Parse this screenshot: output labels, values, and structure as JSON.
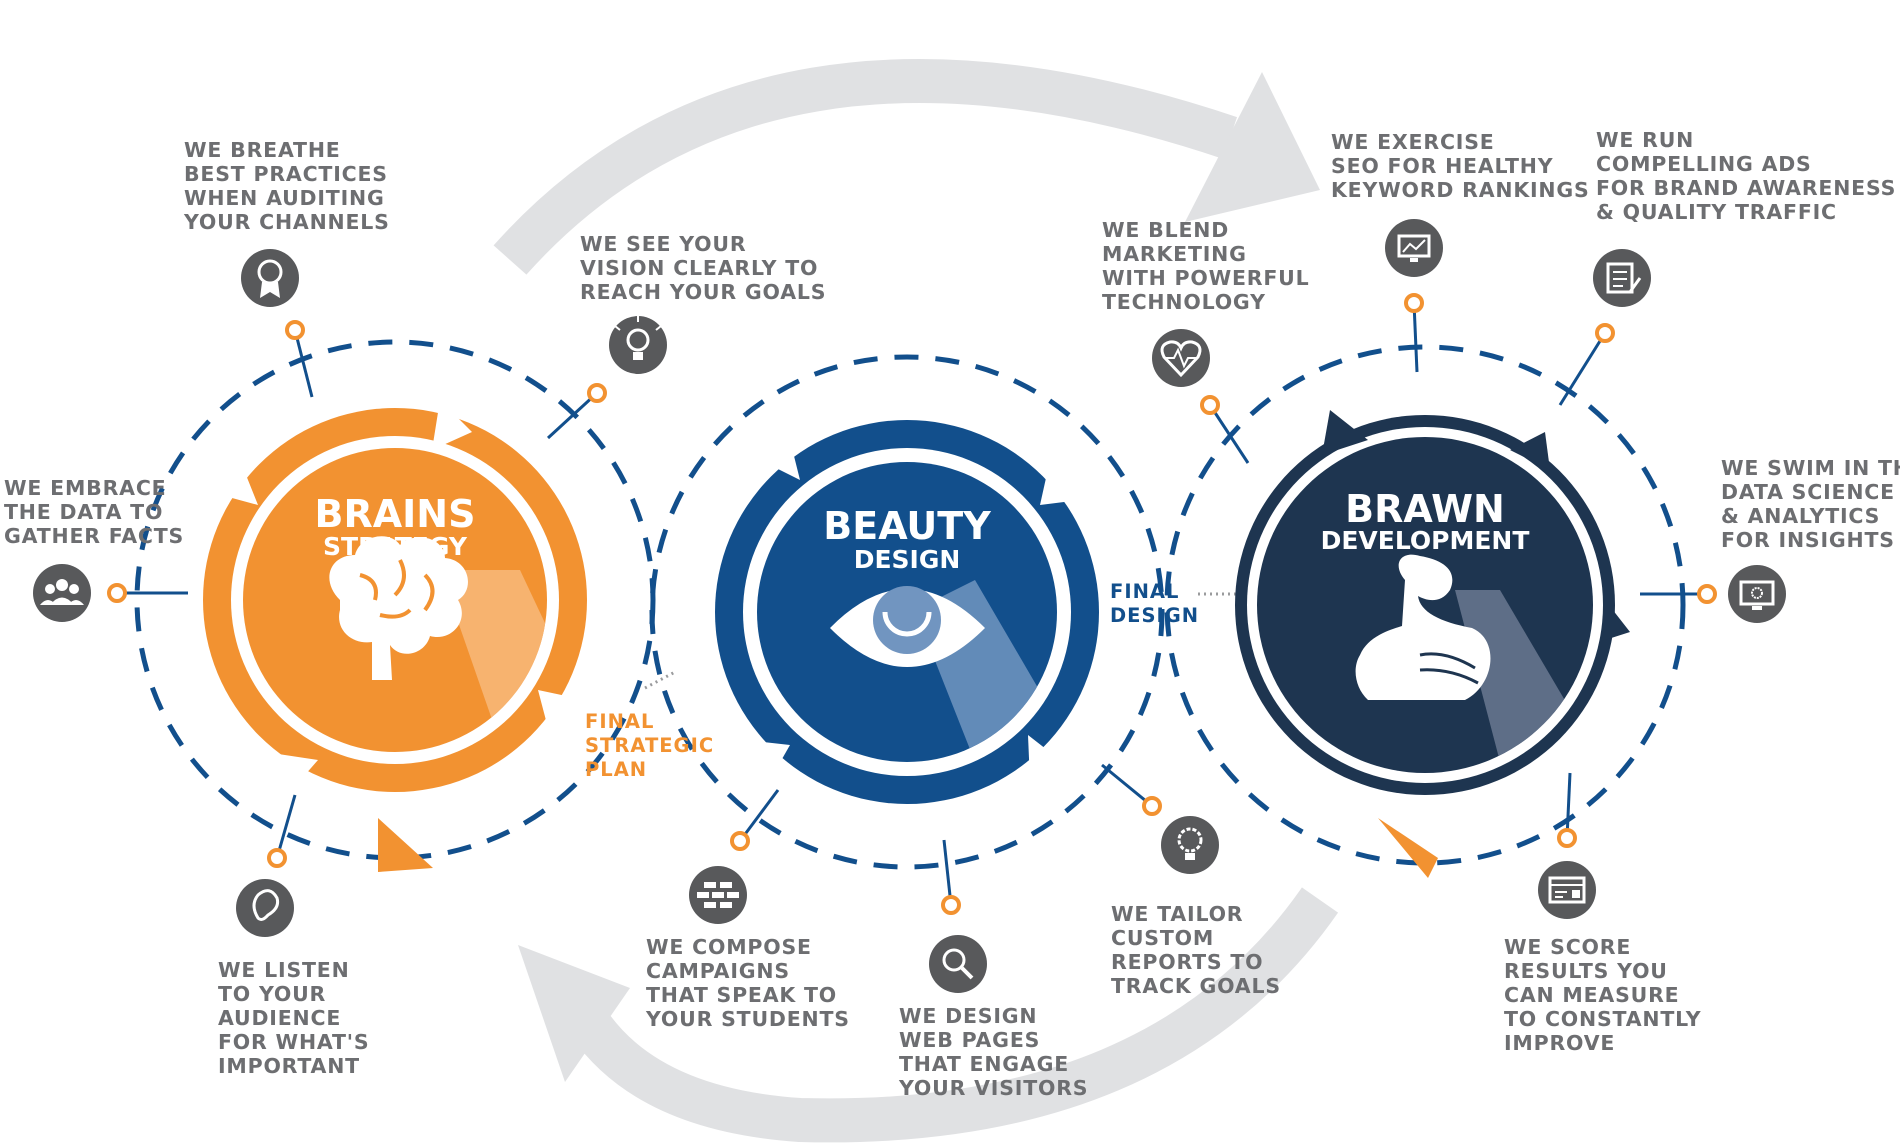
{
  "colors": {
    "orange": "#f29231",
    "blue": "#124f8c",
    "navy": "#1e3550",
    "gray_icon": "#58595b",
    "gray_text": "#6d6e71",
    "arrow_gray": "#e0e1e3"
  },
  "stages": [
    {
      "id": "brains",
      "title": "BRAINS",
      "subtitle": "STRATEGY",
      "icon": "brain-icon",
      "color": "#f29231"
    },
    {
      "id": "beauty",
      "title": "BEAUTY",
      "subtitle": "DESIGN",
      "icon": "eye-icon",
      "color": "#124f8c"
    },
    {
      "id": "brawn",
      "title": "BRAWN",
      "subtitle": "DEVELOPMENT",
      "icon": "flexed-arm-icon",
      "color": "#1e3550"
    }
  ],
  "handoffs": {
    "strategic": [
      "FINAL",
      "STRATEGIC",
      "PLAN"
    ],
    "design": [
      "FINAL",
      "DESIGN"
    ]
  },
  "callouts": {
    "best_practices": {
      "icon": "badge-icon",
      "lines": [
        "WE BREATHE",
        "BEST PRACTICES",
        "WHEN AUDITING",
        "YOUR CHANNELS"
      ]
    },
    "vision": {
      "icon": "lightbulb-icon",
      "lines": [
        "WE SEE YOUR",
        "VISION CLEARLY TO",
        "REACH YOUR GOALS"
      ]
    },
    "data_facts": {
      "icon": "people-icon",
      "lines": [
        "WE EMBRACE",
        "THE DATA TO",
        "GATHER FACTS"
      ]
    },
    "listen": {
      "icon": "ear-icon",
      "lines": [
        "WE LISTEN",
        "TO YOUR",
        "AUDIENCE",
        "FOR WHAT'S",
        "IMPORTANT"
      ]
    },
    "campaigns": {
      "icon": "brick-wall-icon",
      "lines": [
        "WE COMPOSE",
        "CAMPAIGNS",
        "THAT SPEAK TO",
        "YOUR STUDENTS"
      ]
    },
    "web_pages": {
      "icon": "magnifier-icon",
      "lines": [
        "WE DESIGN",
        "WEB PAGES",
        "THAT ENGAGE",
        "YOUR VISITORS"
      ]
    },
    "reports": {
      "icon": "gear-bulb-icon",
      "lines": [
        "WE TAILOR",
        "CUSTOM",
        "REPORTS TO",
        "TRACK GOALS"
      ]
    },
    "blend": {
      "icon": "heartbeat-icon",
      "lines": [
        "WE BLEND",
        "MARKETING",
        "WITH POWERFUL",
        "TECHNOLOGY"
      ]
    },
    "seo": {
      "icon": "chart-monitor-icon",
      "lines": [
        "WE EXERCISE",
        "SEO FOR HEALTHY",
        "KEYWORD RANKINGS"
      ]
    },
    "ads": {
      "icon": "document-pen-icon",
      "lines": [
        "WE RUN",
        "COMPELLING ADS",
        "FOR BRAND AWARENESS",
        "& QUALITY TRAFFIC"
      ]
    },
    "data_science": {
      "icon": "monitor-gear-icon",
      "lines": [
        "WE SWIM IN THE",
        "DATA SCIENCE",
        "& ANALYTICS",
        "FOR INSIGHTS"
      ]
    },
    "score": {
      "icon": "browser-icon",
      "lines": [
        "WE SCORE",
        "RESULTS YOU",
        "CAN MEASURE",
        "TO CONSTANTLY",
        "IMPROVE"
      ]
    }
  }
}
